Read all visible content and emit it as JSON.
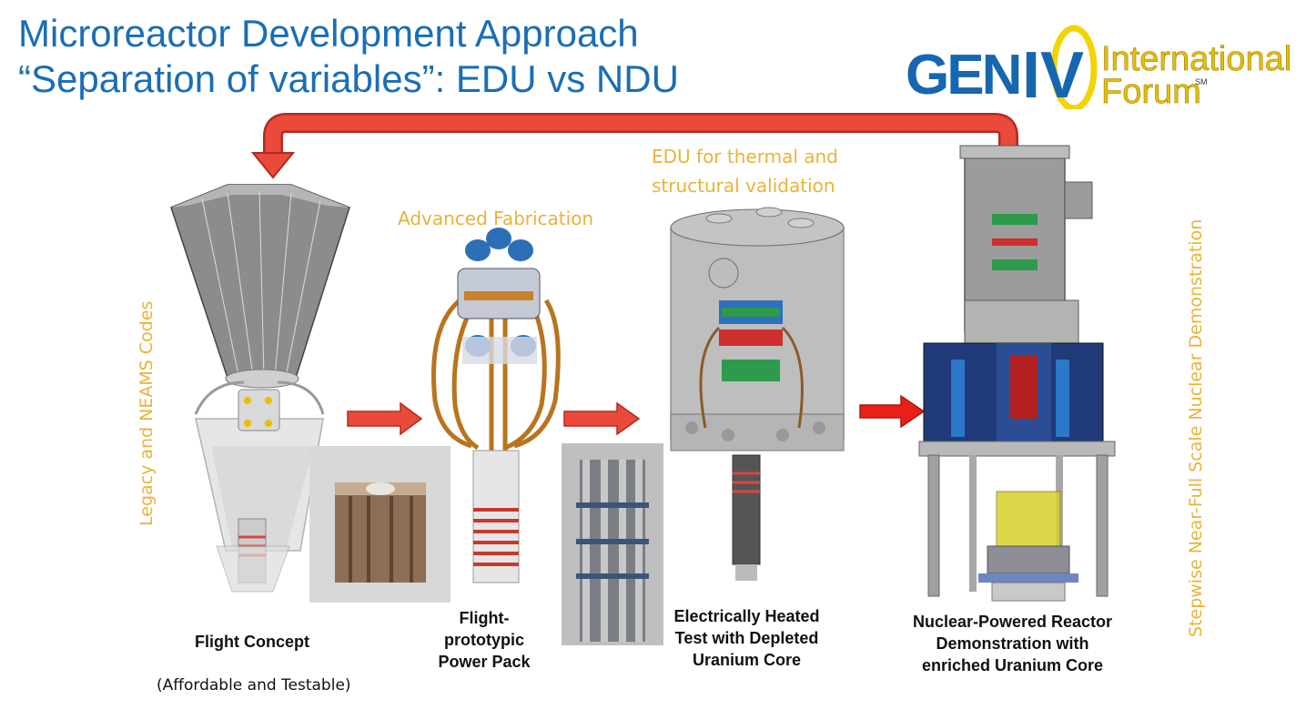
{
  "slide": {
    "title_line1": "Microreactor Development Approach",
    "title_line2": "“Separation of variables”: EDU vs NDU"
  },
  "logo": {
    "gen": "GEN",
    "iv": "IV",
    "line1": "International",
    "line2": "Forum",
    "sm": "SM"
  },
  "captions": {
    "advanced_fabrication": "Advanced Fabrication",
    "edu_line1": "EDU for thermal and",
    "edu_line2": "structural validation",
    "left_vertical": "Legacy and NEAMS Codes",
    "right_vertical": "Stepwise Near-Full Scale Nuclear Demonstration"
  },
  "stages": [
    {
      "label": "Flight Concept",
      "sub": "(Affordable and Testable)"
    },
    {
      "label_lines": [
        "Flight-",
        "prototypic",
        "Power Pack"
      ]
    },
    {
      "label_lines": [
        "Electrically Heated",
        "Test with Depleted",
        "Uranium Core"
      ]
    },
    {
      "label_lines": [
        "Nuclear-Powered Reactor",
        "Demonstration with",
        "enriched Uranium Core"
      ]
    }
  ],
  "colors": {
    "title": "#1a6eb5",
    "caption": "#e8b33a",
    "arrow": "#e03428"
  }
}
